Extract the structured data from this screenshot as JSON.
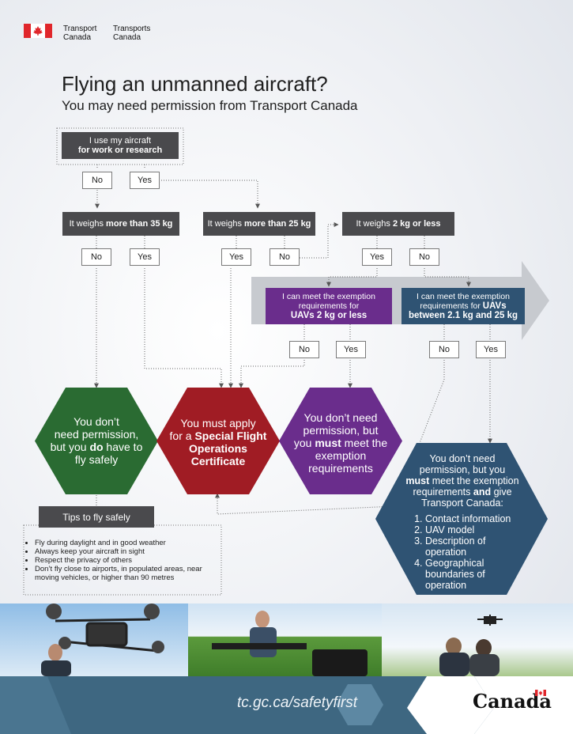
{
  "header": {
    "org_en_line1": "Transport",
    "org_en_line2": "Canada",
    "org_fr_line1": "Transports",
    "org_fr_line2": "Canada"
  },
  "title": "Flying an unmanned aircraft?",
  "subtitle": "You may need permission from Transport Canada",
  "start_box": {
    "line1": "I use my aircraft",
    "line2": "for work or research"
  },
  "weigh_boxes": {
    "over35_prefix": "It weighs ",
    "over35_bold": "more than 35 kg",
    "over25_prefix": "It weighs ",
    "over25_bold": "more than 25 kg",
    "under2_prefix": "It weighs ",
    "under2_bold": "2 kg or less"
  },
  "answers": {
    "no": "No",
    "yes": "Yes"
  },
  "req_boxes": {
    "small_line1": "I can meet the exemption",
    "small_line2": "requirements for",
    "small_bold": "UAVs 2 kg or less",
    "mid_line1": "I can meet the exemption",
    "mid_line2_prefix": "requirements for ",
    "mid_line2_bold": "UAVs",
    "mid_bold": "between 2.1 kg and 25 kg"
  },
  "outcomes": {
    "green_l1": "You don’t",
    "green_l2": "need permission,",
    "green_l3_prefix": "but you ",
    "green_l3_bold": "do",
    "green_l3_suffix": " have to",
    "green_l4": "fly safely",
    "red_l1": "You must apply",
    "red_l2_prefix": "for a ",
    "red_l2_bold": "Special Flight",
    "red_l3": "Operations",
    "red_l4": "Certificate",
    "purple_l1": "You don’t need",
    "purple_l2": "permission, but",
    "purple_l3_prefix": "you ",
    "purple_l3_bold": "must",
    "purple_l3_suffix": " meet the",
    "purple_l4": "exemption",
    "purple_l5": "requirements",
    "blue_l1": "You don’t need",
    "blue_l2": "permission, but you",
    "blue_l3_bold": "must",
    "blue_l3_suffix": " meet the exemption",
    "blue_l4_prefix": "requirements ",
    "blue_l4_bold": "and",
    "blue_l4_suffix": " give",
    "blue_l5": "Transport Canada:",
    "blue_list": [
      "Contact information",
      "UAV model",
      "Description of operation",
      "Geographical boundaries of operation"
    ]
  },
  "tips": {
    "header": "Tips to fly safely",
    "items": [
      "Fly during daylight and in good weather",
      "Always keep your aircraft in sight",
      "Respect the privacy of others",
      "Don’t fly close to airports, in populated areas, near moving vehicles, or higher than 90 metres"
    ]
  },
  "footer": {
    "url": "tc.gc.ca/safetyfirst",
    "wordmark": "Canada"
  },
  "colors": {
    "dark_box": "#4a4a4d",
    "green": "#2a6b32",
    "red": "#a01c24",
    "purple": "#6a2d8c",
    "blue": "#2f5373",
    "footer": "#3e6781",
    "flag_red": "#e0262b"
  }
}
